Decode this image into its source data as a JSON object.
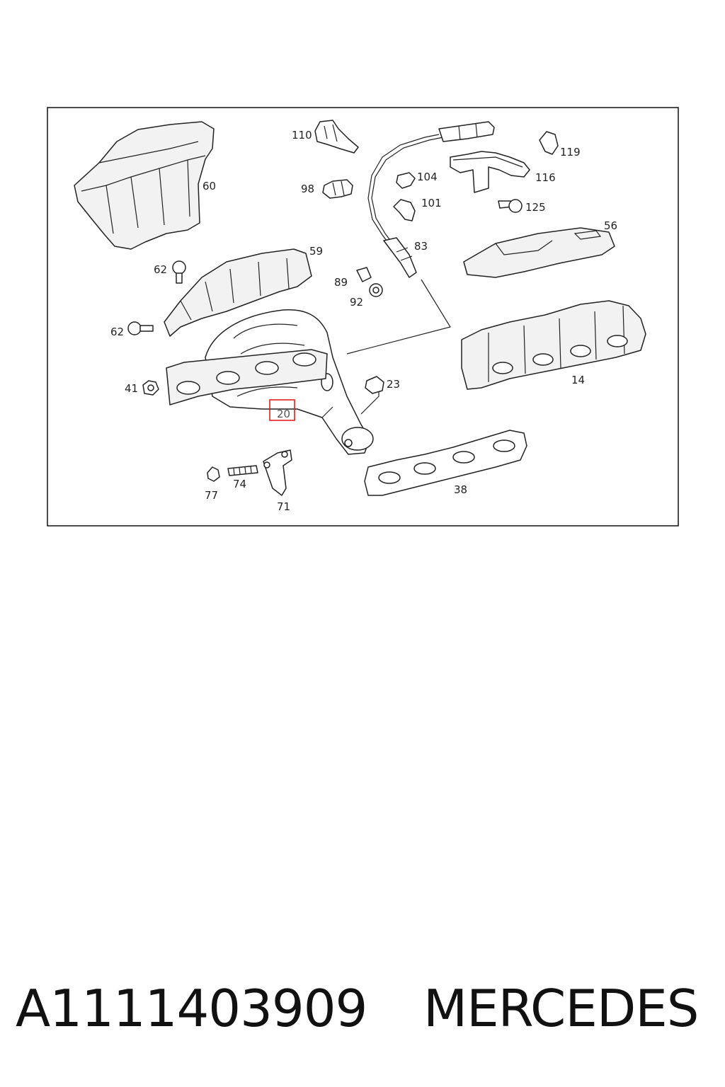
{
  "diagram": {
    "part_labels": {
      "p110": "110",
      "p104": "104",
      "p119": "119",
      "p116": "116",
      "p98": "98",
      "p101": "101",
      "p125": "125",
      "p60": "60",
      "p56": "56",
      "p83": "83",
      "p62a": "62",
      "p59": "59",
      "p89": "89",
      "p92": "92",
      "p62b": "62",
      "p14": "14",
      "p41": "41",
      "p23": "23",
      "p20": "20",
      "p77": "77",
      "p74": "74",
      "p71": "71",
      "p38": "38"
    },
    "highlighted_part": "20",
    "highlight_color": "#e02020"
  },
  "caption": {
    "part_number": "A1111403909",
    "brand": "MERCEDES"
  }
}
